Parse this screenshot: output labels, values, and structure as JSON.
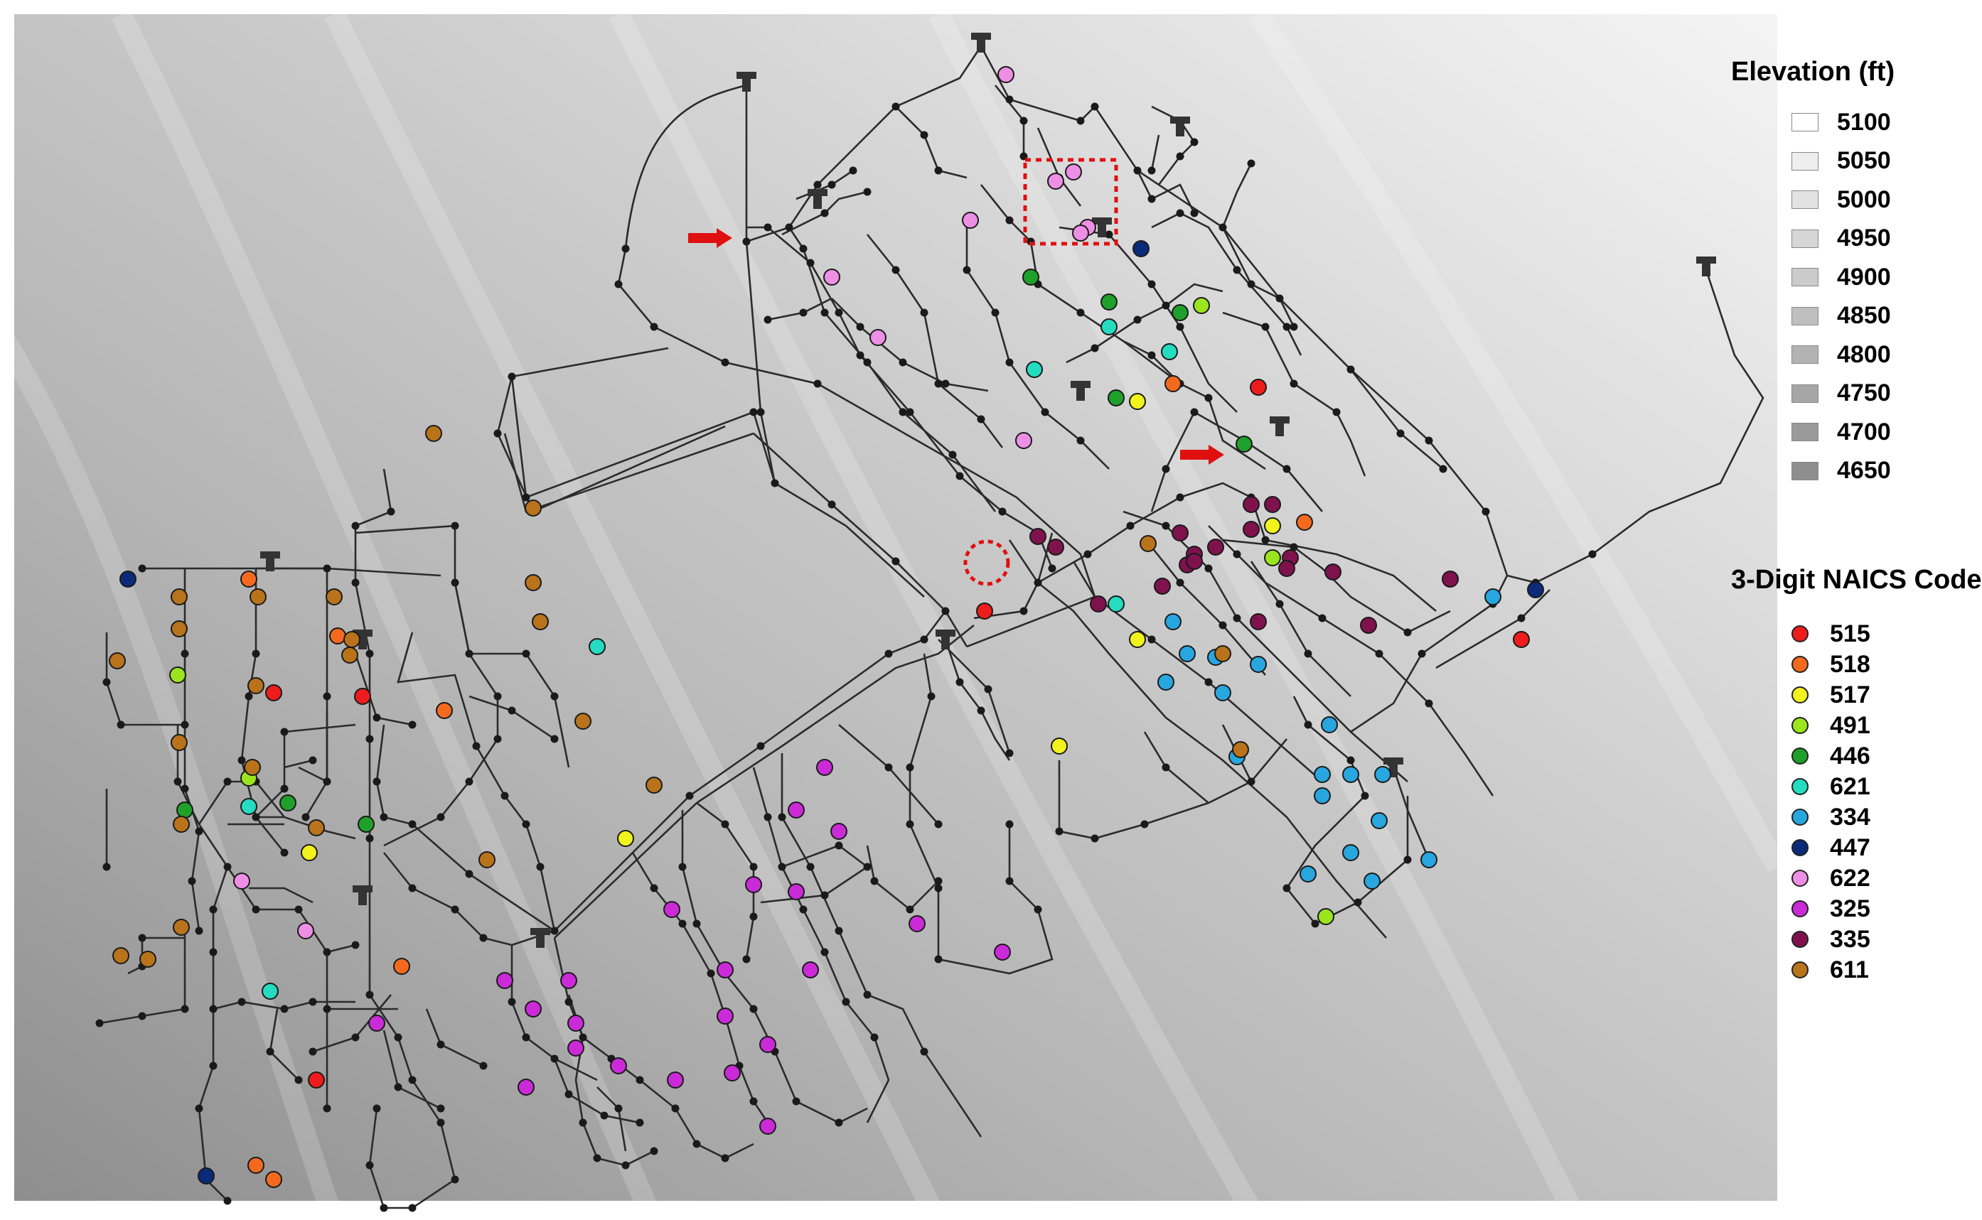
{
  "elevation_legend": {
    "title": "Elevation (ft)",
    "items": [
      {
        "label": "5100",
        "color": "#ffffff"
      },
      {
        "label": "5050",
        "color": "#eeeeee"
      },
      {
        "label": "5000",
        "color": "#e2e2e2"
      },
      {
        "label": "4950",
        "color": "#d6d6d6"
      },
      {
        "label": "4900",
        "color": "#cbcbcb"
      },
      {
        "label": "4850",
        "color": "#bfbfbf"
      },
      {
        "label": "4800",
        "color": "#b3b3b3"
      },
      {
        "label": "4750",
        "color": "#a6a6a6"
      },
      {
        "label": "4700",
        "color": "#9a9a9a"
      },
      {
        "label": "4650",
        "color": "#8e8e8e"
      }
    ]
  },
  "naics_legend": {
    "title": "3-Digit NAICS Code",
    "items": [
      {
        "label": "515",
        "color": "#ee1c1c"
      },
      {
        "label": "518",
        "color": "#f36a1f"
      },
      {
        "label": "517",
        "color": "#f2f21d"
      },
      {
        "label": "491",
        "color": "#9be51f"
      },
      {
        "label": "446",
        "color": "#1fa02b"
      },
      {
        "label": "621",
        "color": "#25dcc0"
      },
      {
        "label": "334",
        "color": "#28a6df"
      },
      {
        "label": "447",
        "color": "#0b2a7a"
      },
      {
        "label": "622",
        "color": "#ee8fe6"
      },
      {
        "label": "325",
        "color": "#cb2ad8"
      },
      {
        "label": "335",
        "color": "#7f124d"
      },
      {
        "label": "611",
        "color": "#b8731b"
      }
    ]
  }
}
